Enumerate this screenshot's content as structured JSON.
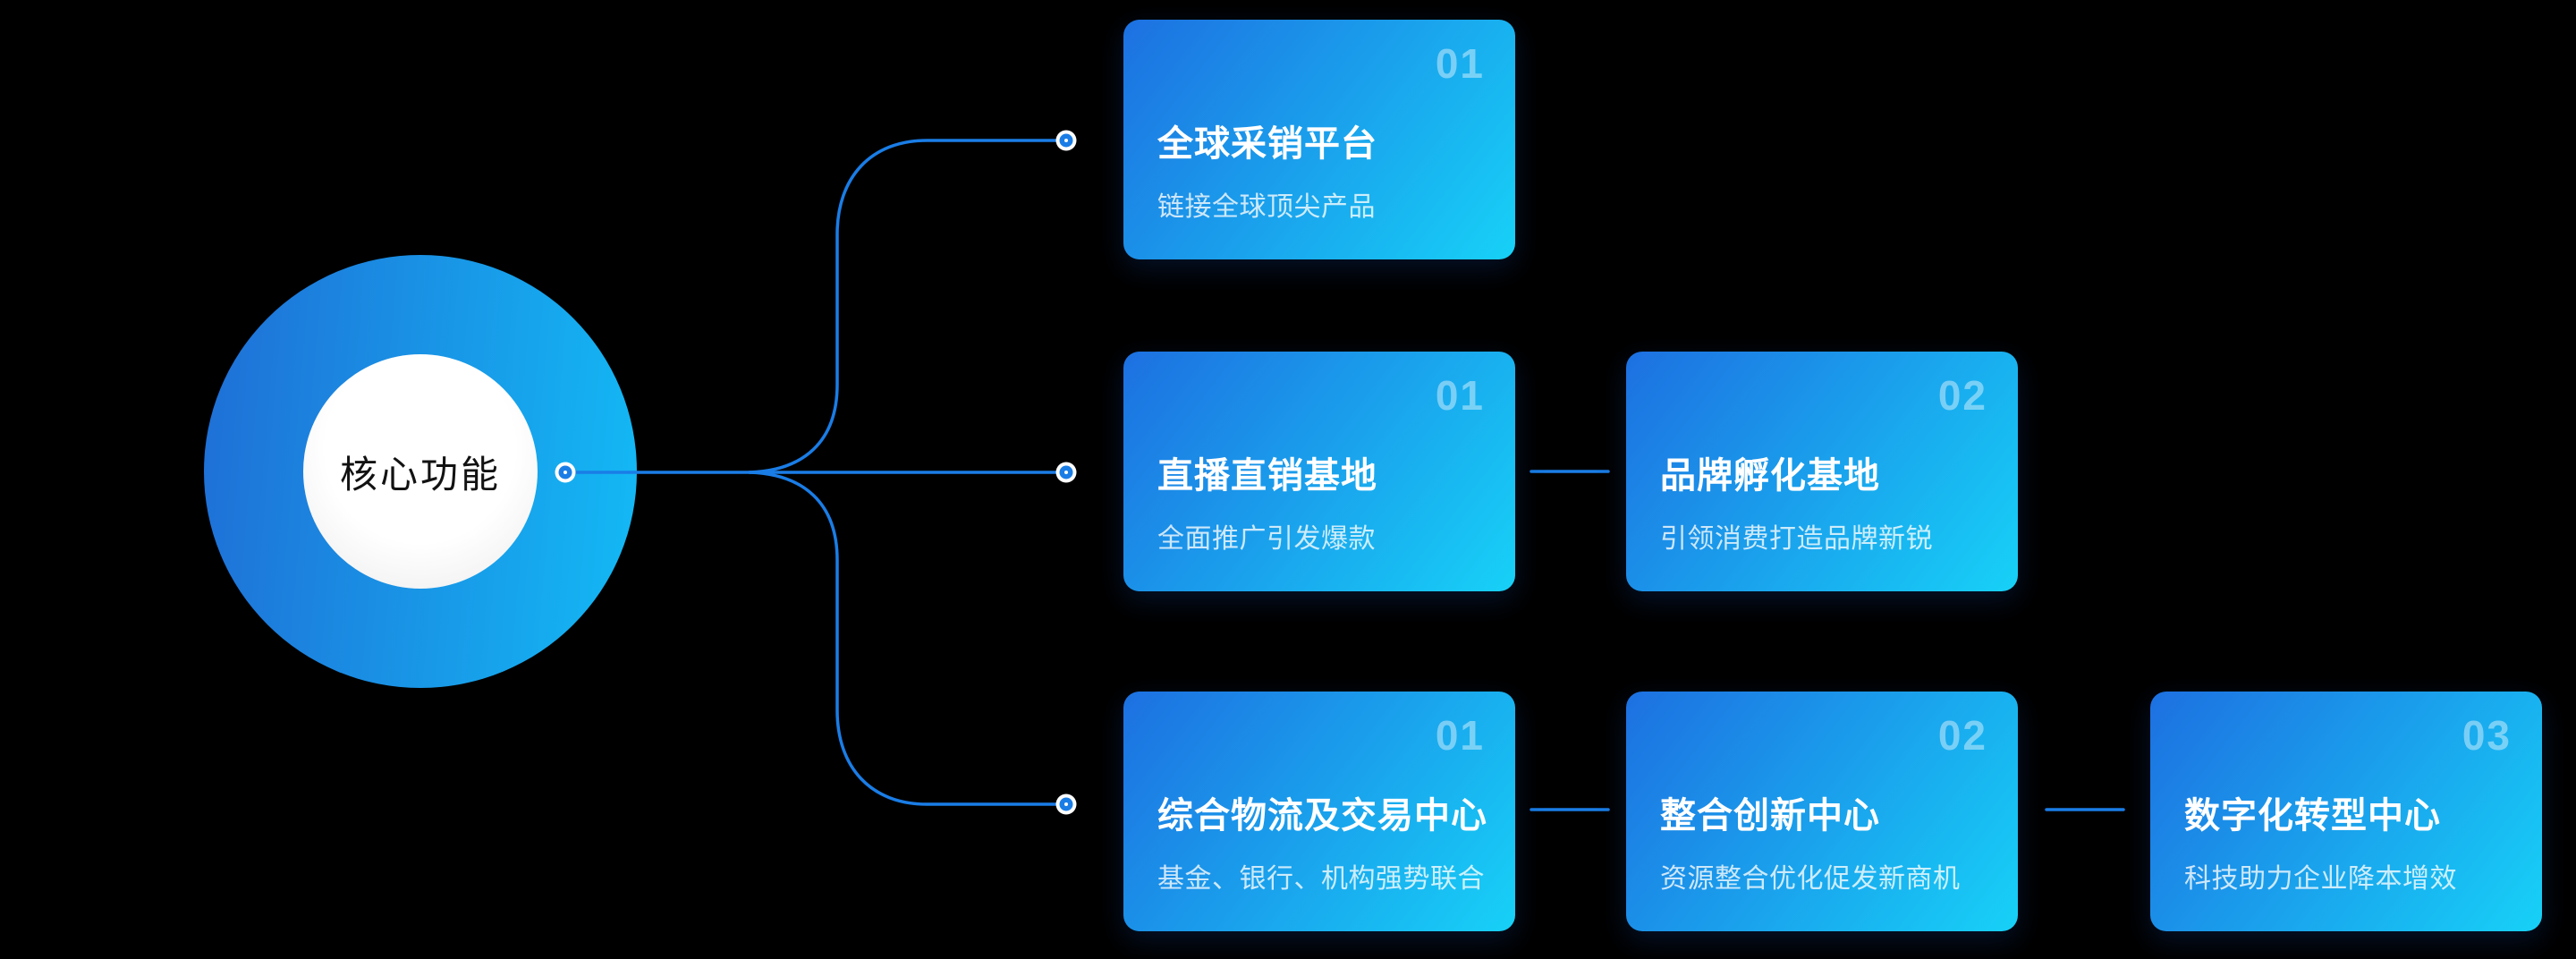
{
  "center": {
    "label": "核心功能"
  },
  "colors": {
    "background": "#000000",
    "accent_line": "#1A7DE6",
    "card_from": "#1D70E1",
    "card_to": "#17D1F7",
    "ring_from": "#1F6ED6",
    "ring_to": "#13BAF5"
  },
  "rows": [
    {
      "cards": [
        {
          "number": "01",
          "title": "全球采销平台",
          "subtitle": "链接全球顶尖产品"
        }
      ]
    },
    {
      "cards": [
        {
          "number": "01",
          "title": "直播直销基地",
          "subtitle": "全面推广引发爆款"
        },
        {
          "number": "02",
          "title": "品牌孵化基地",
          "subtitle": "引领消费打造品牌新锐"
        }
      ]
    },
    {
      "cards": [
        {
          "number": "01",
          "title": "综合物流及交易中心",
          "subtitle": "基金、银行、机构强势联合"
        },
        {
          "number": "02",
          "title": "整合创新中心",
          "subtitle": "资源整合优化促发新商机"
        },
        {
          "number": "03",
          "title": "数字化转型中心",
          "subtitle": "科技助力企业降本增效"
        }
      ]
    }
  ]
}
